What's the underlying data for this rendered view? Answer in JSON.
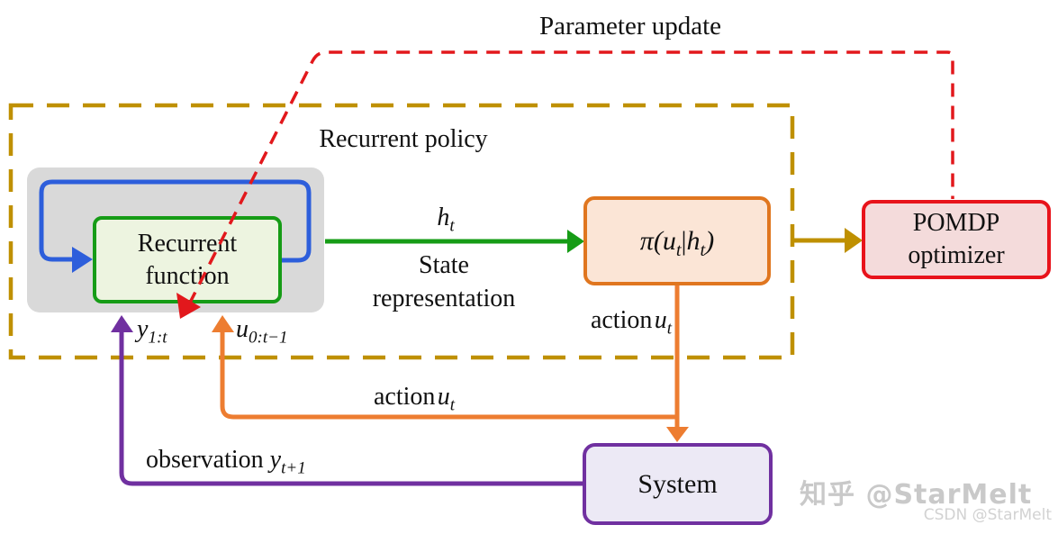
{
  "diagram": {
    "parameter_update": "Parameter update",
    "recurrent_policy": "Recurrent policy",
    "boxes": {
      "recurrent_function": {
        "line1": "Recurrent",
        "line2": "function"
      },
      "policy": {
        "open": "π(",
        "u": "u",
        "u_sub": "t",
        "bar": "|",
        "h": "h",
        "h_sub": "t",
        "close": ")"
      },
      "pomdp": {
        "line1": "POMDP",
        "line2": "optimizer"
      },
      "system": {
        "label": "System"
      }
    },
    "edges": {
      "h": {
        "var": "h",
        "sub": "t",
        "caption_line1": "State",
        "caption_line2": "representation"
      },
      "action_upper": {
        "word": "action",
        "var": "u",
        "sub": "t"
      },
      "action_lower": {
        "word": "action",
        "var": "u",
        "sub": "t"
      },
      "y1t": {
        "var": "y",
        "sub": "1:t"
      },
      "u0t": {
        "var": "u",
        "sub": "0:t−1"
      },
      "observation": {
        "word": "observation",
        "var": "y",
        "sub": "t+1"
      }
    },
    "colors": {
      "red": "#e2181c",
      "dark_yellow": "#bf9000",
      "blue": "#2d5edb",
      "green": "#169c16",
      "orange": "#ed7d31",
      "purple": "#7030a0",
      "gray_fill": "#d9d9d9",
      "green_fill": "#edf4e0",
      "orange_fill": "#fbe5d6",
      "red_fill": "#f4dbdb",
      "purple_fill": "#ece9f5"
    }
  },
  "watermarks": {
    "zhihu": "知乎 @StarMelt",
    "csdn": "CSDN @StarMelt"
  }
}
